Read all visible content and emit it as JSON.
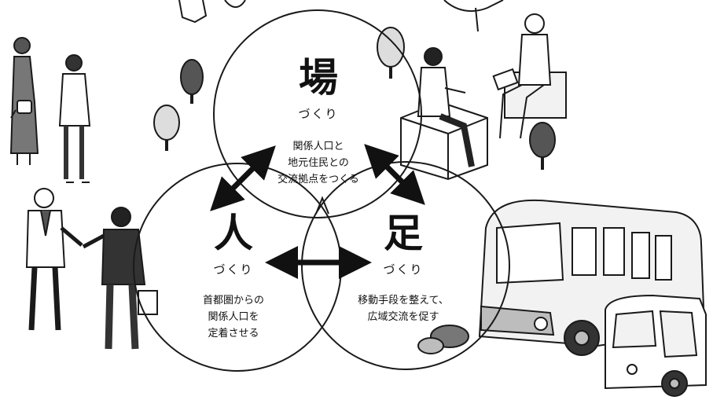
{
  "diagram": {
    "circles": [
      {
        "id": "ba",
        "title": "場",
        "subtitle": "づくり",
        "description_lines": [
          "関係人口と",
          "地元住民との",
          "交流拠点をつくる"
        ]
      },
      {
        "id": "hito",
        "title": "人",
        "subtitle": "づくり",
        "description_lines": [
          "首都圏からの",
          "関係人口を",
          "定着させる"
        ]
      },
      {
        "id": "ashi",
        "title": "足",
        "subtitle": "づくり",
        "description_lines": [
          "移動手段を整えて、",
          "広域交流を促す"
        ]
      }
    ],
    "arrows": [
      "ba-hito",
      "ba-ashi",
      "hito-ashi"
    ]
  },
  "illustrations": [
    "couple-icon",
    "business-handshake-icon",
    "woman-sitting-icon",
    "person-with-laptop-icon",
    "tree-icon",
    "bus-icon",
    "small-electric-car-icon"
  ],
  "colors": {
    "line": "#1a1a1a",
    "fill_light": "#f2f2f2",
    "fill_mid": "#bdbdbd",
    "fill_dark": "#555555"
  }
}
